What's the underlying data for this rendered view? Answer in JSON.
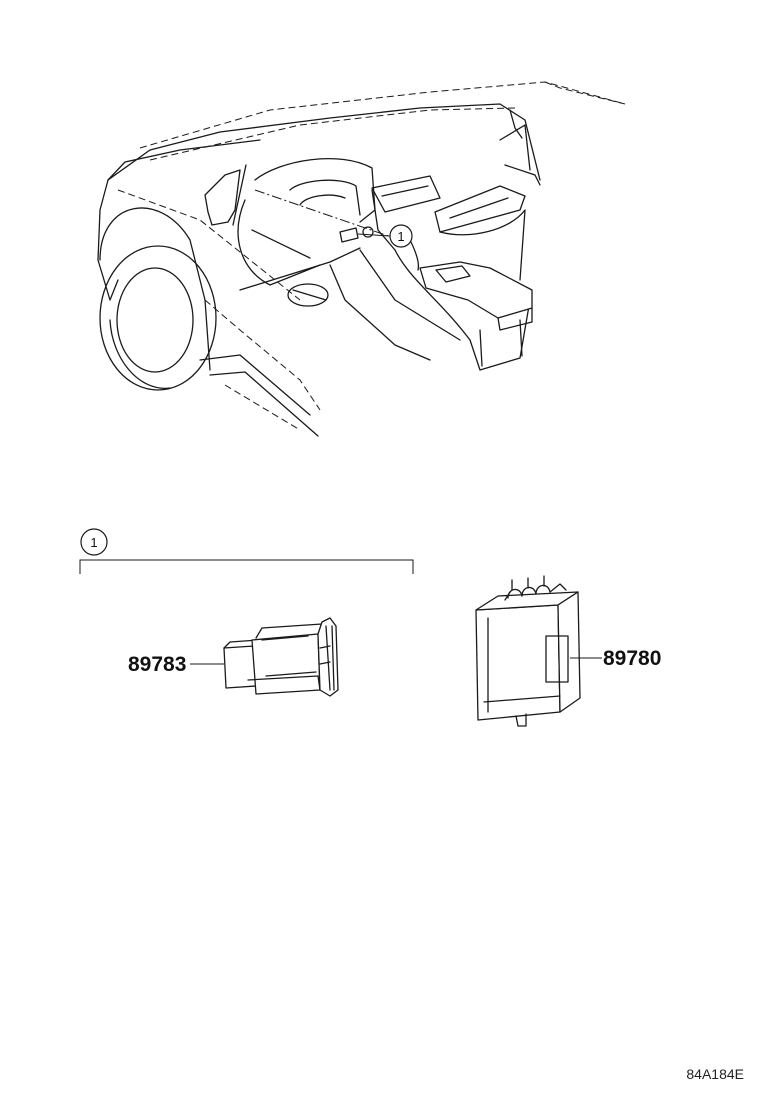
{
  "callout": {
    "number": "1"
  },
  "parts": [
    {
      "number": "89783"
    },
    {
      "number": "89780"
    }
  ],
  "illustration_code": "84A184E"
}
